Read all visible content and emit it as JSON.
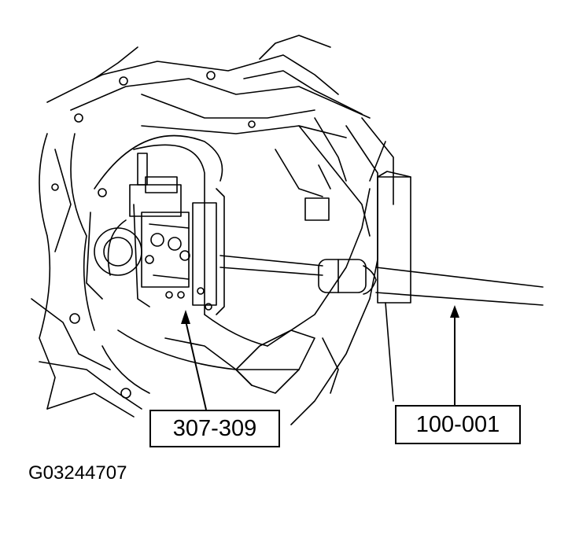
{
  "callouts": {
    "tool_left": "307-309",
    "tool_right": "100-001"
  },
  "figure_id": "G03244707",
  "colors": {
    "line": "#000000",
    "background": "#ffffff"
  }
}
